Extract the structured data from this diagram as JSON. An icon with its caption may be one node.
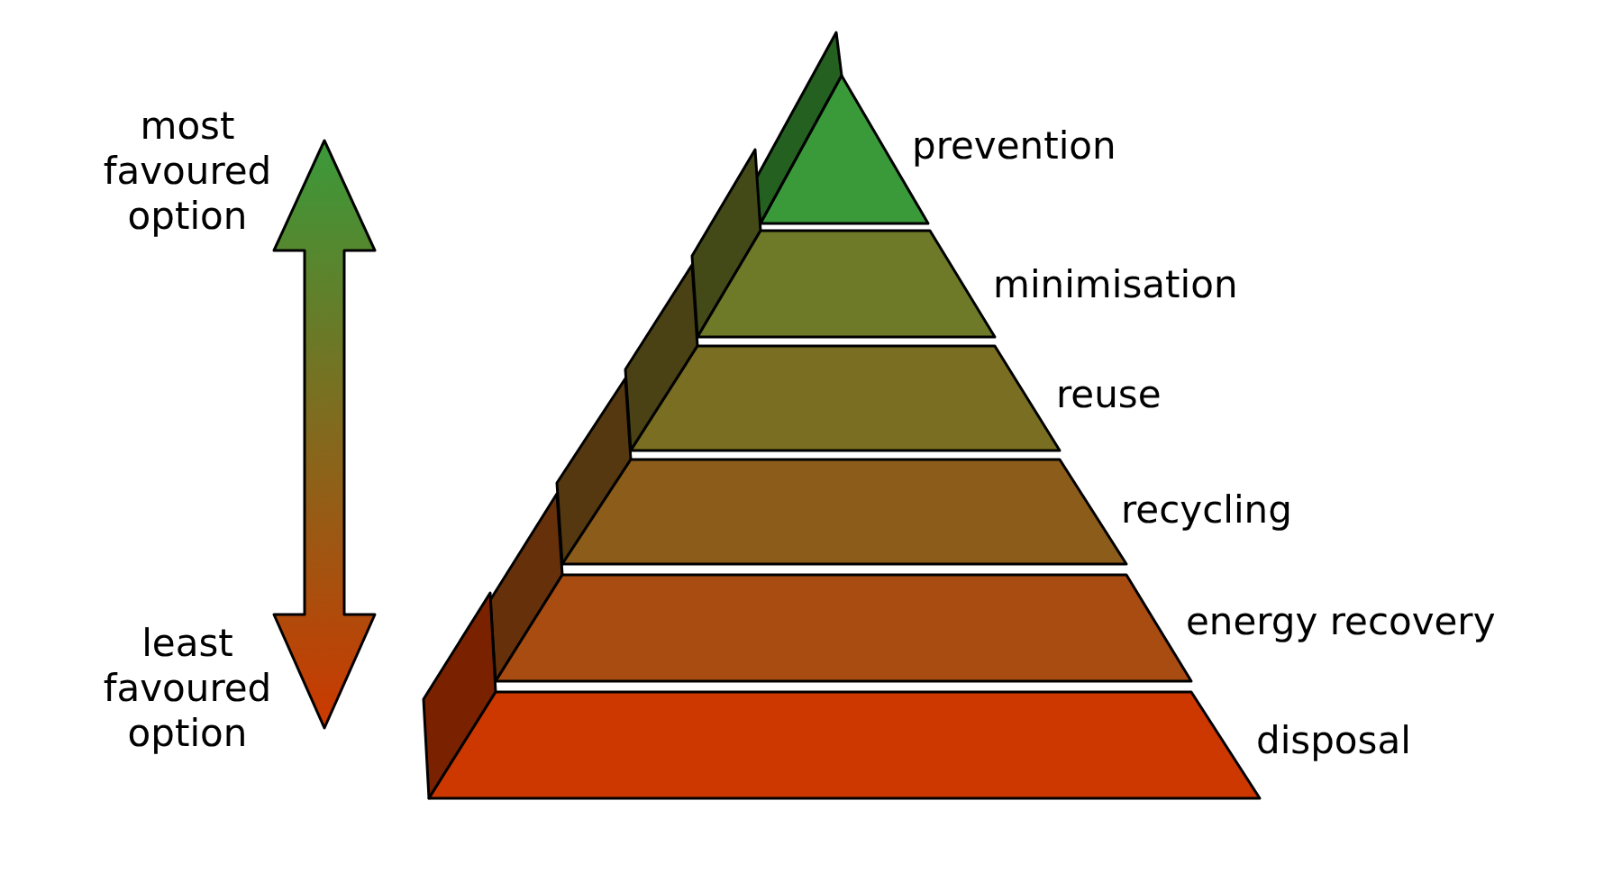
{
  "diagram": {
    "nodes": [
      {
        "text": [
          "prevention"
        ]
      },
      {
        "text": [
          "minimisation"
        ]
      },
      {
        "text": [
          "reuse"
        ]
      },
      {
        "text": [
          "recycling"
        ]
      },
      {
        "text": [
          "energy recovery"
        ]
      },
      {
        "text": [
          "disposal"
        ]
      }
    ],
    "labels": [
      "most favoured option",
      "least favoured option"
    ]
  }
}
